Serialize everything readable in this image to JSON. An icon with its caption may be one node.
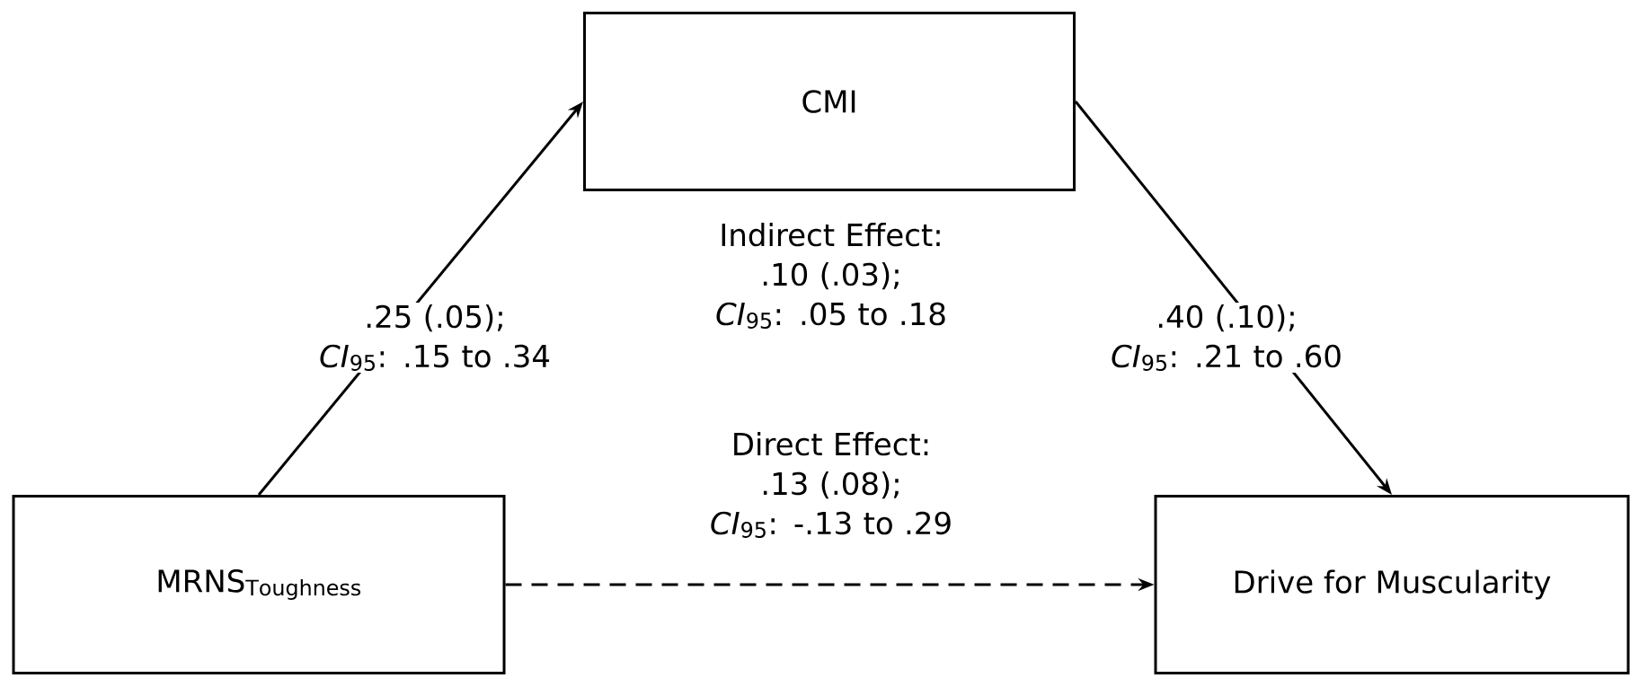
{
  "diagram": {
    "nodes": [
      {
        "text": [
          "CMI"
        ]
      },
      {
        "text": [
          "\\mathrm{MRNS}_{\\mathrm{Toughness}}"
        ]
      },
      {
        "text": [
          "Drive for Muscularity"
        ]
      }
    ],
    "edges": [
      {
        "from": 1,
        "to": 0,
        "arrow": "to",
        "label": ".25 (.05); *CI*$_{95}$: .15 to .34"
      },
      {
        "from": 0,
        "to": 2,
        "arrow": "to",
        "label": ".40 (.10); *CI*$_{95}$: .21 to .60"
      },
      {
        "from": 1,
        "to": 2,
        "arrow": "to",
        "style": "dashed",
        "label": "Direct Effect: .13 (.08); *CI*$_{95}$: -.13 to .29"
      }
    ],
    "labels": [
      "Indirect Effect: .10 (.03); *CI*$_{95}$: .05 to .18"
    ]
  }
}
